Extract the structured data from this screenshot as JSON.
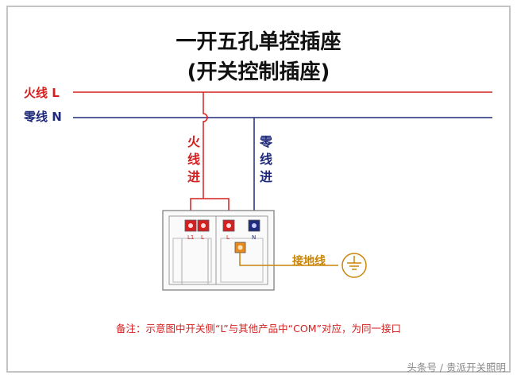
{
  "title": {
    "line1": "一开五孔单控插座",
    "line2": "(开关控制插座)"
  },
  "wires": {
    "live_label": "火线 L",
    "neutral_label": "零线 N",
    "live_in": "火线进",
    "neutral_in": "零线进",
    "ground": "接地线"
  },
  "terminals": {
    "switch_l1": "L1",
    "switch_l": "L",
    "socket_l": "L",
    "socket_n": "N"
  },
  "note": "备注：示意图中开关侧“L”与其他产品中“COM”对应，为同一接口",
  "watermark": "头条号 / 贵派开关照明",
  "colors": {
    "live": "#d42020",
    "neutral": "#1f2a7a",
    "ground": "#c8850a",
    "frame": "#c4c4c4"
  }
}
